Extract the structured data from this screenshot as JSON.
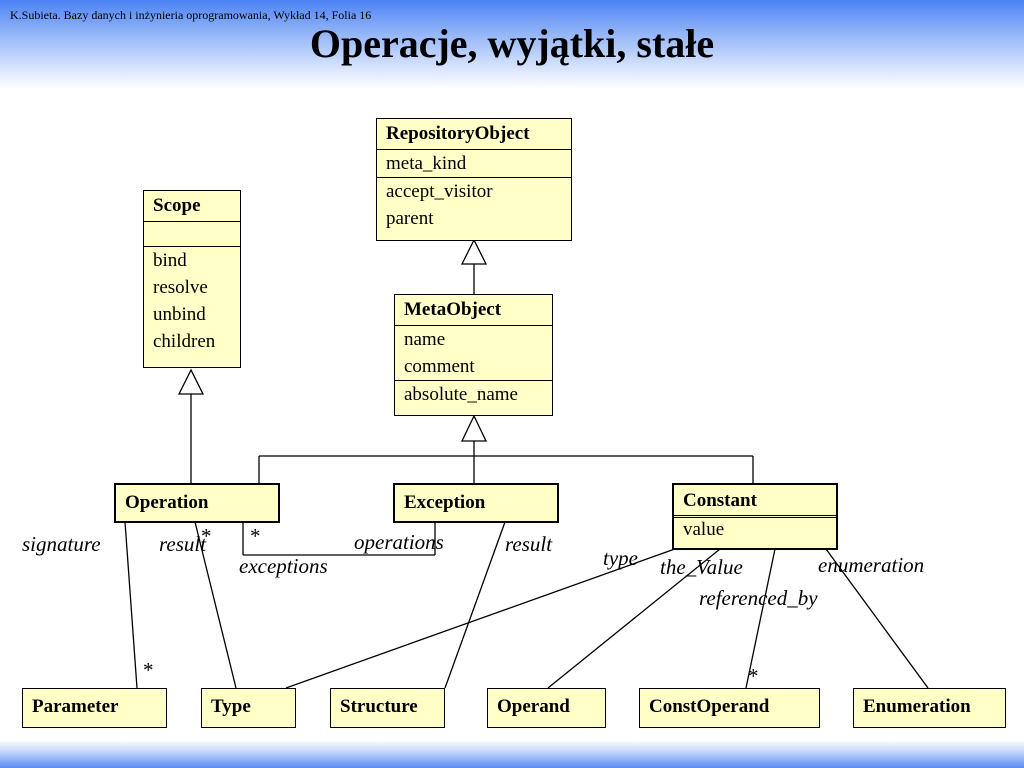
{
  "title": "Operacje, wyjątki, stałe",
  "footer": "K.Subieta. Bazy danych i inżynieria oprogramowania, Wykład 14, Folia 16",
  "classes": {
    "repository_object": {
      "name": "RepositoryObject",
      "attrs": [
        "meta_kind"
      ],
      "ops": [
        "accept_visitor",
        "parent"
      ]
    },
    "scope": {
      "name": "Scope",
      "attrs": [],
      "ops": [
        "bind",
        "resolve",
        "unbind",
        "children"
      ]
    },
    "meta_object": {
      "name": "MetaObject",
      "attrs": [
        "name",
        "comment"
      ],
      "ops": [
        "absolute_name"
      ]
    },
    "operation": {
      "name": "Operation"
    },
    "exception": {
      "name": "Exception"
    },
    "constant": {
      "name": "Constant",
      "attrs": [
        "value"
      ]
    },
    "parameter": {
      "name": "Parameter"
    },
    "type": {
      "name": "Type"
    },
    "structure": {
      "name": "Structure"
    },
    "operand": {
      "name": "Operand"
    },
    "const_operand": {
      "name": "ConstOperand"
    },
    "enumeration": {
      "name": "Enumeration"
    }
  },
  "labels": {
    "signature": "signature",
    "result_operation": "result",
    "exceptions": "exceptions",
    "operations": "operations",
    "result_exception": "result",
    "type": "type",
    "the_value": "the_Value",
    "referenced_by": "referenced_by",
    "enumeration": "enumeration"
  },
  "multiplicity": "*"
}
